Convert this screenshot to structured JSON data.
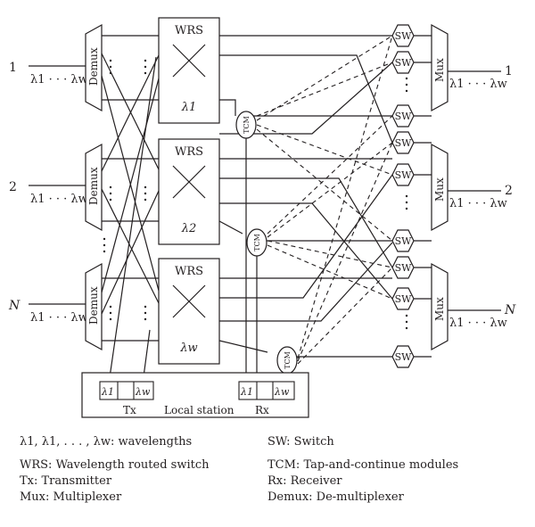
{
  "inputs": [
    {
      "number": "1",
      "wavelengths": "λ1 · · · λw"
    },
    {
      "number": "2",
      "wavelengths": "λ1 · · · λw"
    },
    {
      "number": "N",
      "wavelengths": "λ1 · · · λw"
    }
  ],
  "outputs": [
    {
      "number": "1",
      "wavelengths": "λ1 · · · λw"
    },
    {
      "number": "2",
      "wavelengths": "λ1 · · · λw"
    },
    {
      "number": "N",
      "wavelengths": "λ1 · · · λw"
    }
  ],
  "blocks": {
    "demux": "Demux",
    "mux": "Mux",
    "wrs": "WRS",
    "wrs_lambdas": [
      "λ1",
      "λ2",
      "λw"
    ],
    "switch": "SW",
    "tcm": "TCM"
  },
  "local_station": {
    "title": "Local station",
    "tx": "Tx",
    "rx": "Rx",
    "tx_lambdas": [
      "λ1",
      "λw"
    ],
    "rx_lambdas": [
      "λ1",
      "λw"
    ]
  },
  "legend": {
    "wavelengths": "λ1, λ1, . . . , λw: wavelengths",
    "switch": "SW: Switch",
    "wrs": "WRS: Wavelength routed switch",
    "tcm": "TCM: Tap-and-continue modules",
    "tx": "Tx: Transmitter",
    "rx": "Rx: Receiver",
    "mux": "Mux: Multiplexer",
    "demux": "Demux: De-multiplexer"
  }
}
